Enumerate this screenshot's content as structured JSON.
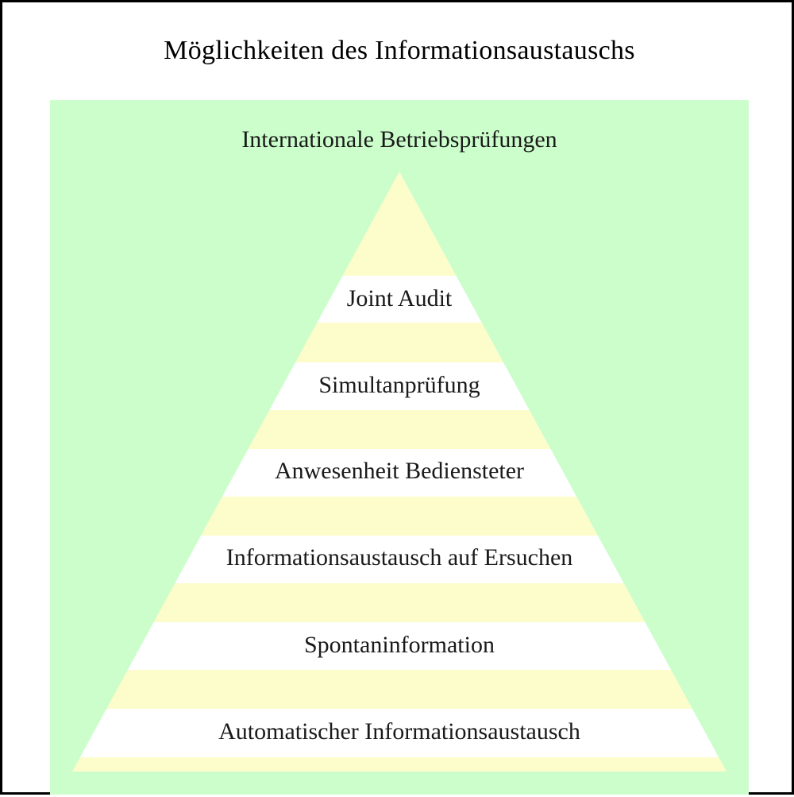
{
  "title": "Möglichkeiten des Informationsaustauschs",
  "apex_label": "Internationale Betriebsprüfungen",
  "levels": [
    "Joint Audit",
    "Simultanprüfung",
    "Anwesenheit Bediensteter",
    "Informationsaustausch auf Ersuchen",
    "Spontaninformation",
    "Automatischer Informationsaustausch"
  ],
  "colors": {
    "panel": "#ccfecc",
    "stripe_yellow": "#fdfdcc",
    "stripe_white": "#ffffff",
    "border": "#000000"
  }
}
